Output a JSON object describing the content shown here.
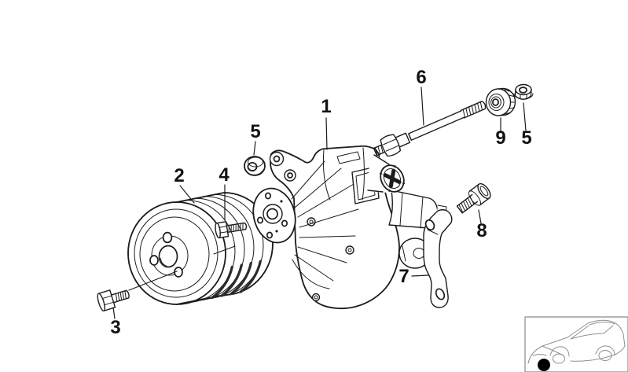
{
  "diagram": {
    "type": "exploded-parts-diagram",
    "callouts": [
      {
        "id": "callout-1",
        "label": "1"
      },
      {
        "id": "callout-2",
        "label": "2"
      },
      {
        "id": "callout-3",
        "label": "3"
      },
      {
        "id": "callout-4",
        "label": "4"
      },
      {
        "id": "callout-5-left",
        "label": "5"
      },
      {
        "id": "callout-6",
        "label": "6"
      },
      {
        "id": "callout-7",
        "label": "7"
      },
      {
        "id": "callout-8",
        "label": "8"
      },
      {
        "id": "callout-9",
        "label": "9"
      },
      {
        "id": "callout-5-right",
        "label": "5"
      }
    ],
    "colors": {
      "background": "#ffffff",
      "line": "#1c1c1c",
      "shading": "#2b2b2b",
      "locator_border": "#8a8a8a",
      "locator_car_line": "#8f8f8f",
      "locator_marker": "#000000"
    },
    "locator": {
      "icon": "car-silhouette-icon",
      "marker": "location-dot"
    }
  }
}
